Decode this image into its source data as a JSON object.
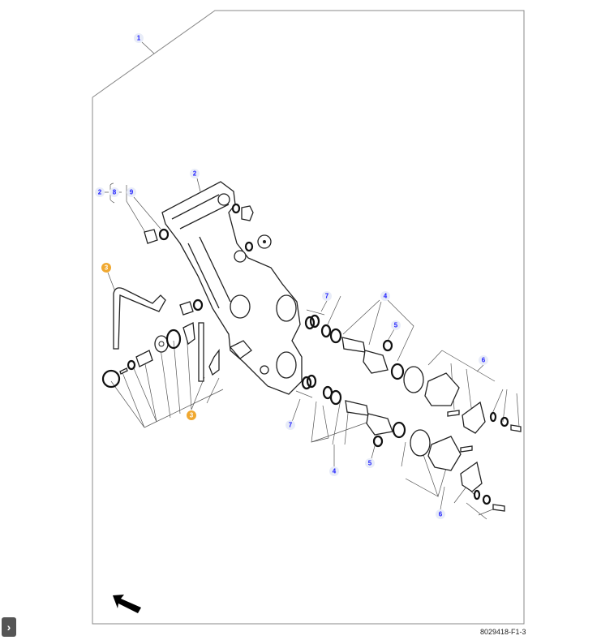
{
  "figure_id": "8029418-F1-3",
  "nav_button": {
    "icon": "chevron-right-icon",
    "glyph": "›"
  },
  "callouts": {
    "c1": "1",
    "c2_main": "2",
    "c2_ref": "2",
    "c8": "8",
    "c9": "9",
    "c3_top": "3",
    "c3_bottom": "3",
    "c7_top": "7",
    "c4_top": "4",
    "c5_top": "5",
    "c6_top": "6",
    "c7_bottom": "7",
    "c4_bottom": "4",
    "c5_bottom": "5",
    "c6_bottom": "6"
  },
  "colors": {
    "highlight": "#f0a830",
    "callout_text": "#1a1aff",
    "callout_bg": "#e8ecf8"
  }
}
